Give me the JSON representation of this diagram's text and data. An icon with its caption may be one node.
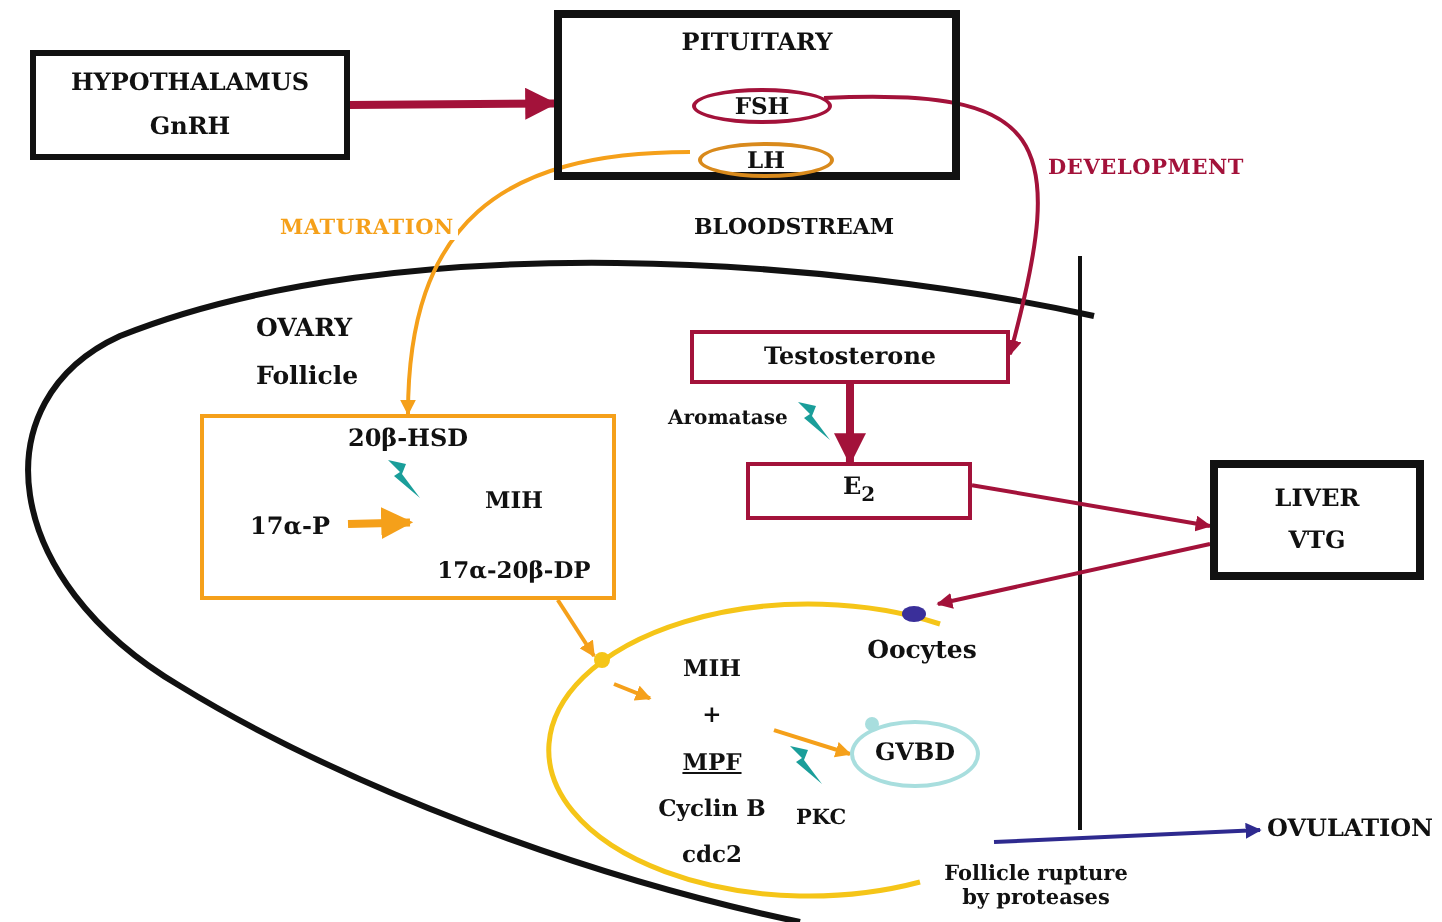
{
  "diagram": {
    "nodes": [
      {
        "text": [
          "HYPOTHALAMUS",
          "GnRH"
        ]
      },
      {
        "text": [
          "PITUITARY"
        ]
      },
      {
        "text": [
          "FSH"
        ],
        "in": 1
      },
      {
        "text": [
          "LH"
        ],
        "in": 1
      },
      {
        "text": [
          "Testosterone"
        ]
      },
      {
        "text": [
          "E$_{2}$"
        ]
      },
      {
        "text": [
          "20β-HSD"
        ]
      },
      {
        "text": [
          "17α-P"
        ],
        "in": 6
      },
      {
        "text": [
          "MIH",
          "17α-20β-DP"
        ],
        "in": 6
      },
      {
        "text": [
          "LIVER",
          "VTG"
        ]
      },
      {
        "text": [
          "Oocytes"
        ]
      },
      {
        "text": [
          "MIH",
          "+",
          "MPF",
          "Cyclin B",
          "cdc2"
        ],
        "in": 10
      },
      {
        "text": [
          "GVBD"
        ],
        "in": 10
      },
      {
        "text": [
          "OVULATION"
        ]
      }
    ],
    "edges": [
      {
        "from": 0,
        "to": 1,
        "arrow": "to",
        "style": "thick"
      },
      {
        "from": 2,
        "to": 4,
        "arrow": "to",
        "label": "DEVELOPMENT"
      },
      {
        "from": 3,
        "to": 6,
        "arrow": "to",
        "label": "MATURATION",
        "color": "#f5a01a"
      },
      {
        "from": 4,
        "to": 5,
        "arrow": "to",
        "style": "thick"
      },
      {
        "from": 5,
        "to": 9,
        "arrow": "to"
      },
      {
        "from": 9,
        "to": 10,
        "arrow": "to"
      },
      {
        "from": 7,
        "to": 8,
        "arrow": "to",
        "style": "thick",
        "color": "#f5a01a"
      },
      {
        "from": 6,
        "to": 10,
        "arrow": "to",
        "color": "#f5a01a"
      },
      {
        "from": null,
        "to": 11,
        "arrow": "to",
        "color": "#f5a01a"
      },
      {
        "from": 11,
        "to": 12,
        "arrow": "to",
        "color": "#f5a01a"
      },
      {
        "from": 10,
        "to": 13,
        "arrow": "to",
        "color": "#2e2a8f"
      }
    ],
    "labels": [
      "BLOODSTREAM",
      "OVARY",
      "Follicle",
      "Aromatase",
      "PKC",
      "Follicle rupture by proteases"
    ]
  }
}
